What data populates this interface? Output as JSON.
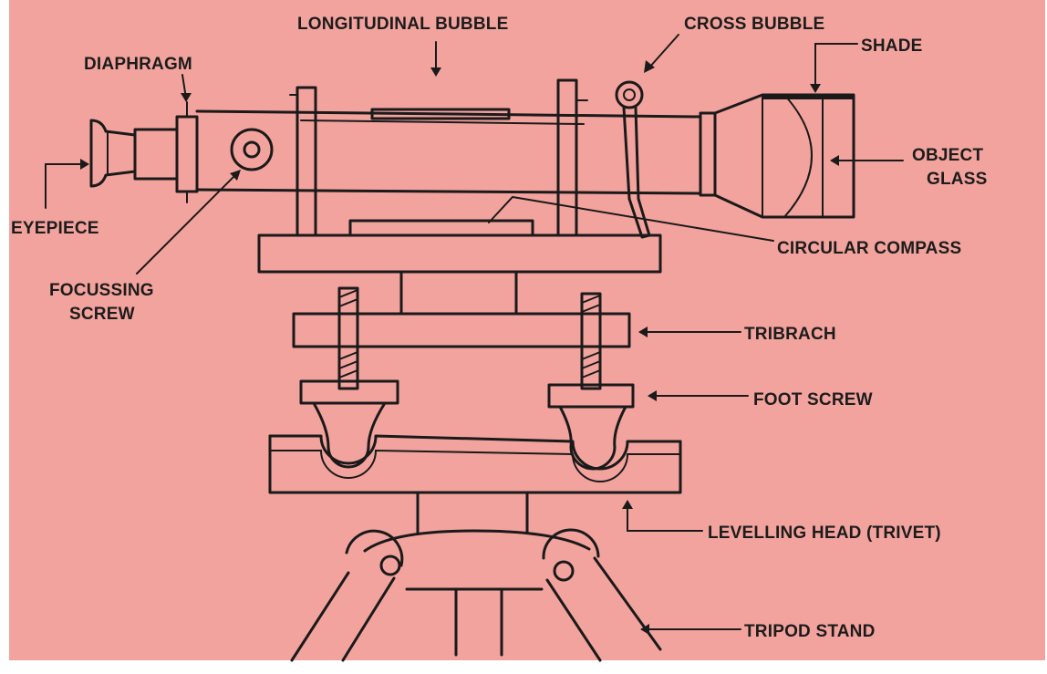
{
  "colors": {
    "background": "#f3a39d",
    "frame": "#ffffff",
    "ink": "#1a1a1a"
  },
  "labels": {
    "longitudinal_bubble": "LONGITUDINAL BUBBLE",
    "cross_bubble": "CROSS BUBBLE",
    "diaphragm": "DIAPHRAGM",
    "shade": "SHADE",
    "object_glass_line1": "OBJECT",
    "object_glass_line2": "GLASS",
    "eyepiece": "EYEPIECE",
    "circular_compass": "CIRCULAR COMPASS",
    "focussing_screw_line1": "FOCUSSING",
    "focussing_screw_line2": "SCREW",
    "tribrach": "TRIBRACH",
    "foot_screw": "FOOT SCREW",
    "levelling_head": "LEVELLING HEAD (TRIVET)",
    "tripod_stand": "TRIPOD STAND"
  }
}
